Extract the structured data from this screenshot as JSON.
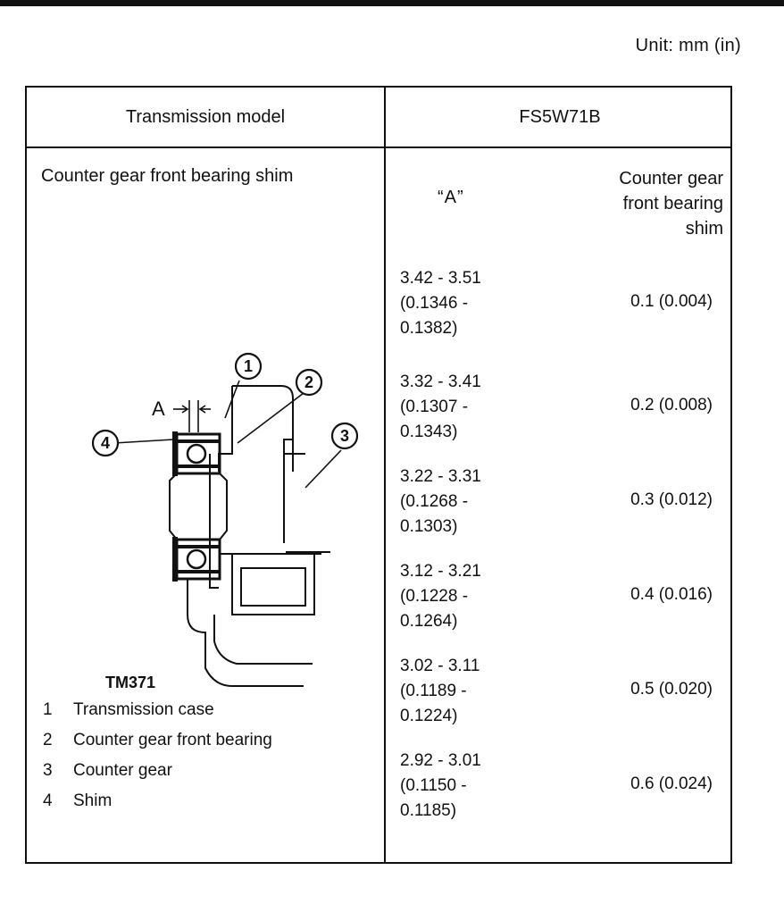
{
  "unit_label": "Unit:  mm (in)",
  "table": {
    "header_left": "Transmission model",
    "header_right": "FS5W71B",
    "left_title": "Counter gear front bearing shim",
    "col_a_label": "“A”",
    "col_shim_label": [
      "Counter gear",
      "front bearing",
      "shim"
    ],
    "rows": [
      {
        "a_lines": [
          "3.42 - 3.51",
          "(0.1346 -",
          "0.1382)"
        ],
        "shim": "0.1 (0.004)"
      },
      {
        "a_lines": [
          "3.32 - 3.41",
          "(0.1307 -",
          "0.1343)"
        ],
        "shim": "0.2 (0.008)"
      },
      {
        "a_lines": [
          "3.22 - 3.31",
          "(0.1268 -",
          "0.1303)"
        ],
        "shim": "0.3 (0.012)"
      },
      {
        "a_lines": [
          "3.12 - 3.21",
          "(0.1228 -",
          "0.1264)"
        ],
        "shim": "0.4 (0.016)"
      },
      {
        "a_lines": [
          "3.02 - 3.11",
          "(0.1189 -",
          "0.1224)"
        ],
        "shim": "0.5 (0.020)"
      },
      {
        "a_lines": [
          "2.92 - 3.01",
          "(0.1150 -",
          "0.1185)"
        ],
        "shim": "0.6 (0.024)"
      }
    ]
  },
  "diagram": {
    "dimension_label": "A",
    "callouts": [
      "1",
      "2",
      "3",
      "4"
    ],
    "figure_code": "TM371"
  },
  "legend": [
    {
      "num": "1",
      "text": "Transmission case"
    },
    {
      "num": "2",
      "text": "Counter gear front bearing"
    },
    {
      "num": "3",
      "text": "Counter gear"
    },
    {
      "num": "4",
      "text": "Shim"
    }
  ]
}
